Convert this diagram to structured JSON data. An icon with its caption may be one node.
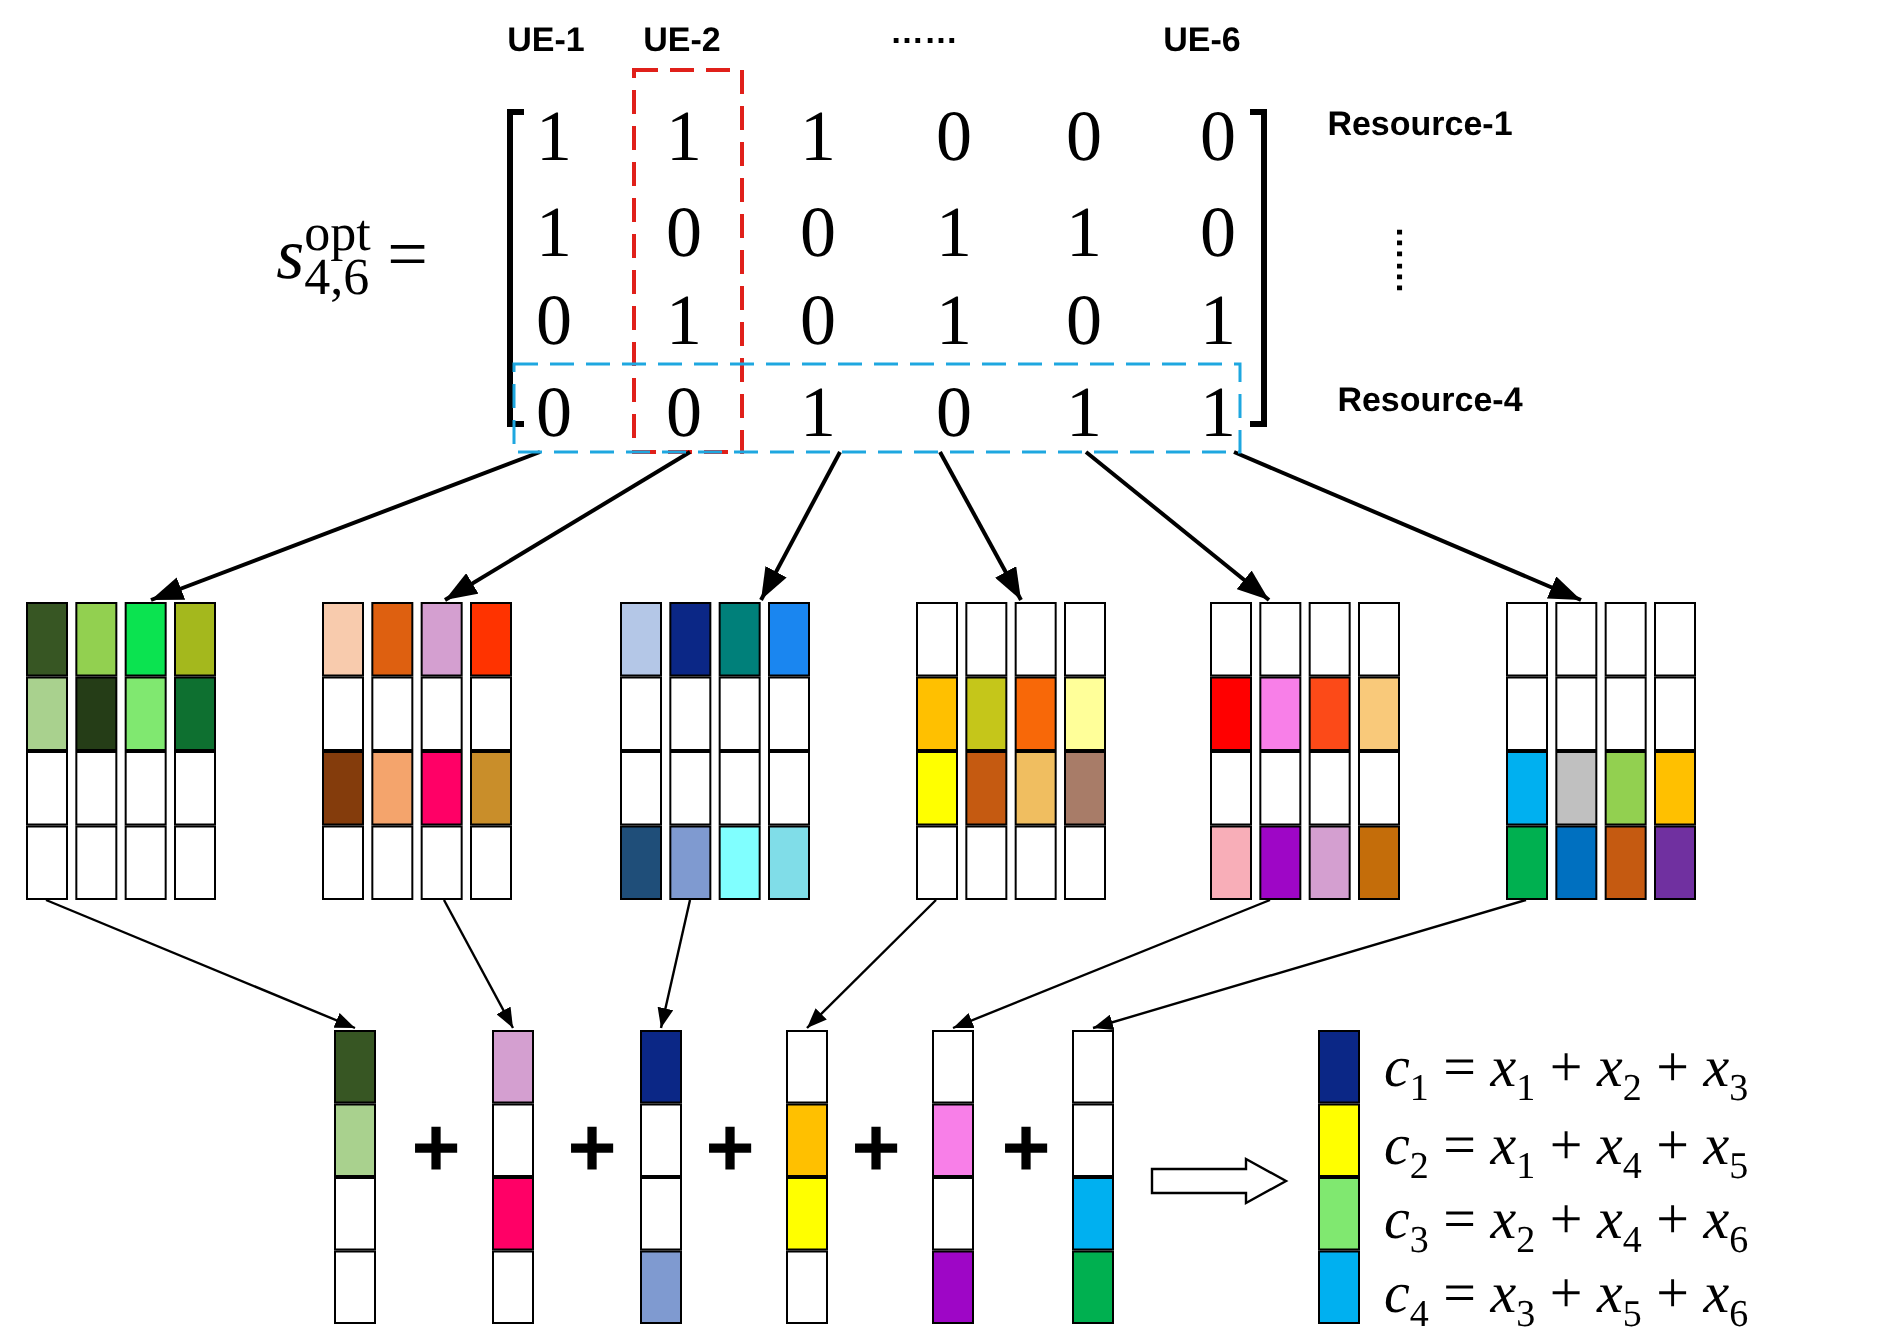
{
  "diagram": {
    "nodes": [
      {
        "text": [],
        "shape": "box"
      },
      {
        "text": [],
        "shape": "grid"
      },
      {
        "text": [],
        "shape": "grid"
      },
      {
        "text": [],
        "shape": "grid"
      },
      {
        "text": [],
        "shape": "grid"
      },
      {
        "text": [],
        "shape": "grid"
      },
      {
        "text": [],
        "shape": "grid"
      },
      {
        "text": [],
        "shape": "bar"
      },
      {
        "text": [],
        "shape": "bar"
      },
      {
        "text": [],
        "shape": "bar"
      },
      {
        "text": [],
        "shape": "bar"
      },
      {
        "text": [],
        "shape": "bar"
      },
      {
        "text": [],
        "shape": "bar"
      },
      {
        "text": [],
        "shape": "bar"
      }
    ],
    "edges": [
      {
        "from": 0,
        "to": 1,
        "arrow": "to"
      },
      {
        "from": 0,
        "to": 2,
        "arrow": "to"
      },
      {
        "from": 0,
        "to": 3,
        "arrow": "to"
      },
      {
        "from": 0,
        "to": 4,
        "arrow": "to"
      },
      {
        "from": 0,
        "to": 5,
        "arrow": "to"
      },
      {
        "from": 0,
        "to": 6,
        "arrow": "to"
      },
      {
        "from": 1,
        "to": 7,
        "arrow": "to"
      },
      {
        "from": 2,
        "to": 8,
        "arrow": "to"
      },
      {
        "from": 3,
        "to": 9,
        "arrow": "to"
      },
      {
        "from": 4,
        "to": 10,
        "arrow": "to"
      },
      {
        "from": 5,
        "to": 11,
        "arrow": "to"
      },
      {
        "from": 6,
        "to": 12,
        "arrow": "to"
      },
      {
        "from": 12,
        "to": 13,
        "arrow": "to"
      }
    ],
    "labels": [
      "UE-1",
      "UE-2",
      "……",
      "UE-6",
      "*s*$^{opt}$$_{4,6}$ =",
      "1",
      "1",
      "1",
      "0",
      "0",
      "0",
      "Resource-1",
      "1",
      "0",
      "0",
      "1",
      "1",
      "0",
      "……",
      "0",
      "1",
      "0",
      "1",
      "0",
      "1",
      "0",
      "0",
      "1",
      "0",
      "1",
      "1",
      "Resource-4",
      "+",
      "+",
      "+",
      "+",
      "+",
      "*c*$_{1}$ = *x*$_{1}$ + *x*$_{2}$ + *x*$_{3}$",
      "*c*$_{2}$ = *x*$_{1}$ + *x*$_{4}$ + *x*$_{5}$",
      "*c*$_{3}$ = *x*$_{2}$ + *x*$_{4}$ + *x*$_{6}$",
      "*c*$_{4}$ = *x*$_{3}$ + *x*$_{5}$ + *x*$_{6}$"
    ]
  }
}
